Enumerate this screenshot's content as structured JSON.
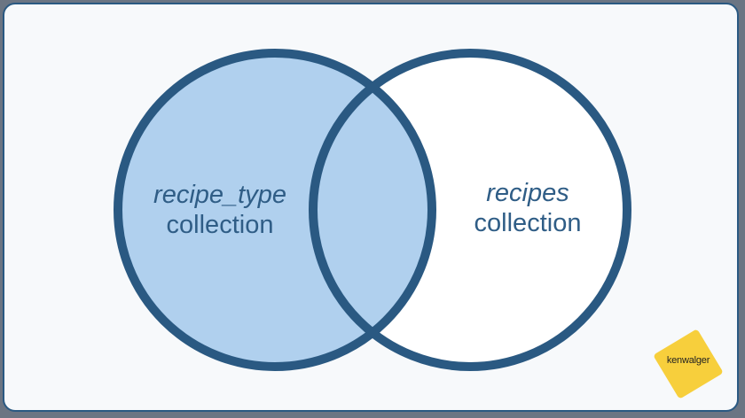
{
  "diagram": {
    "left_set": {
      "name": "recipe_type",
      "kind": "collection",
      "highlighted": true
    },
    "right_set": {
      "name": "recipes",
      "kind": "collection",
      "highlighted": false
    },
    "intersection_highlighted": true,
    "colors": {
      "outline": "#2a5982",
      "highlight_fill": "#b0d0ee",
      "text": "#2f5d86",
      "background": "#f7f9fb",
      "border": "#2a5982"
    }
  },
  "logo": {
    "text": "kenwalger",
    "color": "#f7cf3c"
  }
}
